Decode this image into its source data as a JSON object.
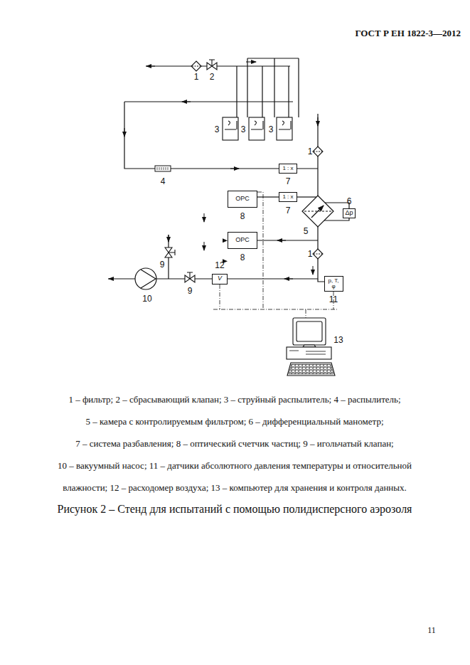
{
  "diagram": {
    "caption": "Рисунок 2 – Стенд для испытаний с помощью полидисперсного аэрозоля",
    "nodes": [
      {
        "text": [
          "1 : x"
        ]
      },
      {
        "text": [
          "OPC"
        ]
      },
      {
        "text": [
          "1 : x"
        ]
      },
      {
        "text": [
          "Δp"
        ]
      },
      {
        "text": [
          "OPC"
        ]
      },
      {
        "text": [
          "p, T, φ"
        ]
      },
      {
        "text": [
          "V"
        ]
      }
    ],
    "edges": [
      {
        "from": 2,
        "to": 1,
        "arrow": "none"
      },
      {
        "from": 1,
        "to": 6,
        "arrow": "to"
      },
      {
        "from": 4,
        "to": 6,
        "arrow": "to"
      }
    ],
    "labels": [
      "ГОСТ Р ЕН 1822-3—2012",
      "1",
      "2",
      "3",
      "3",
      "3",
      "1",
      "4",
      "7",
      "7",
      "6",
      "8",
      "5",
      "8",
      "1",
      "9",
      "12",
      "10",
      "9",
      "11",
      "13",
      "1 – фильтр; 2 – сбрасывающий клапан; 3 – струйный распылитель; 4 – распылитель;",
      "5 – камера с контролируемым фильтром; 6 – дифференциальный манометр;",
      "7 – система разбавления; 8 – оптический счетчик частиц; 9 – игольчатый клапан;",
      "10 – вакуумный насос; 11 – датчики абсолютного давления температуры и относительной",
      "влажности; 12 – расходомер воздуха; 13 – компьютер для хранения и контроля данных.",
      "11"
    ]
  }
}
